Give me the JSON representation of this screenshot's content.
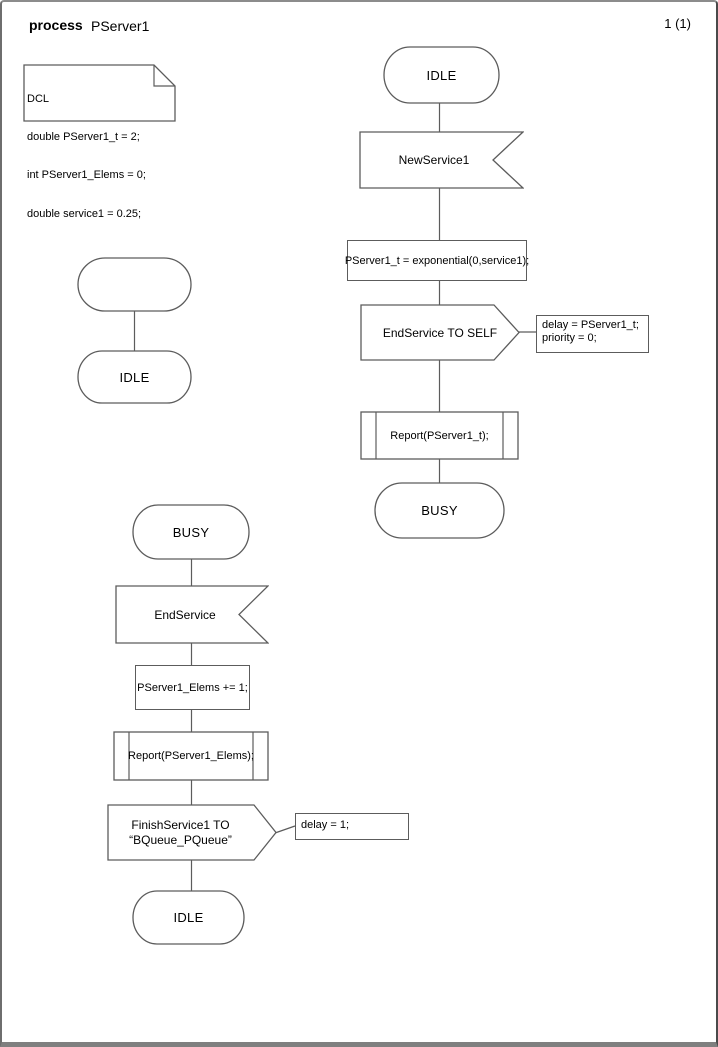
{
  "header": {
    "kind": "process",
    "name": "PServer1",
    "page_number": "1 (1)"
  },
  "declarations": {
    "lines": [
      "DCL",
      "double PServer1_t = 2;",
      "int PServer1_Elems = 0;",
      "double service1 = 0.25;"
    ]
  },
  "flow_service_start": {
    "state_idle": "IDLE",
    "input_signal": "NewService1",
    "task": "PServer1_t = exponential(0,service1);",
    "output_signal": "EndService TO SELF",
    "comment_line1": "delay = PServer1_t;",
    "comment_line2": "priority = 0;",
    "procedure_call": "Report(PServer1_t);",
    "state_busy": "BUSY"
  },
  "flow_init": {
    "state_idle": "IDLE"
  },
  "flow_service_end": {
    "state_busy": "BUSY",
    "input_signal": "EndService",
    "task": "PServer1_Elems += 1;",
    "procedure_call": "Report(PServer1_Elems);",
    "output_line1": "FinishService1 TO",
    "output_line2": "“BQueue_PQueue”",
    "comment": "delay = 1;",
    "state_idle": "IDLE"
  },
  "colors": {
    "stroke": "#5c5c5c",
    "text": "#000000",
    "page_background": "#ffffff",
    "border": "#7f7f7f"
  }
}
